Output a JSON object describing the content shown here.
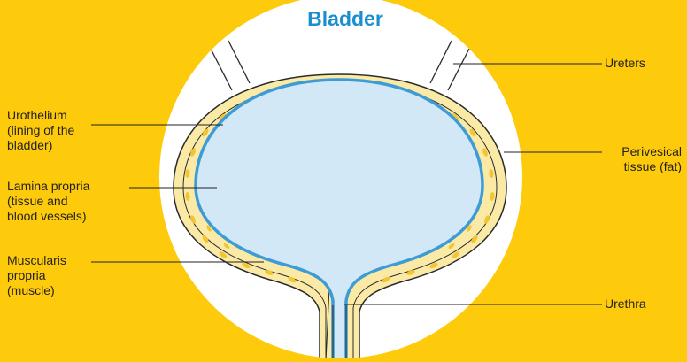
{
  "title": "Bladder",
  "labels": {
    "urothelium": [
      "Urothelium",
      "(lining of the",
      "bladder)"
    ],
    "lamina_propria": [
      "Lamina propria",
      "(tissue and",
      "blood vessels)"
    ],
    "muscularis": [
      "Muscularis",
      "propria",
      "(muscle)"
    ],
    "ureters": [
      "Ureters"
    ],
    "perivesical": [
      "Perivesical",
      "tissue (fat)"
    ],
    "urethra": [
      "Urethra"
    ]
  },
  "colors": {
    "background": "#FDCB0B",
    "circle": "#FFFFFF",
    "title": "#1A8FD0",
    "lumen": "#D3E8F7",
    "lining": "#3D9BD6",
    "muscle": "#FBEAA6",
    "fat_spots": "#F2C534",
    "outline": "#2B2B2B"
  }
}
